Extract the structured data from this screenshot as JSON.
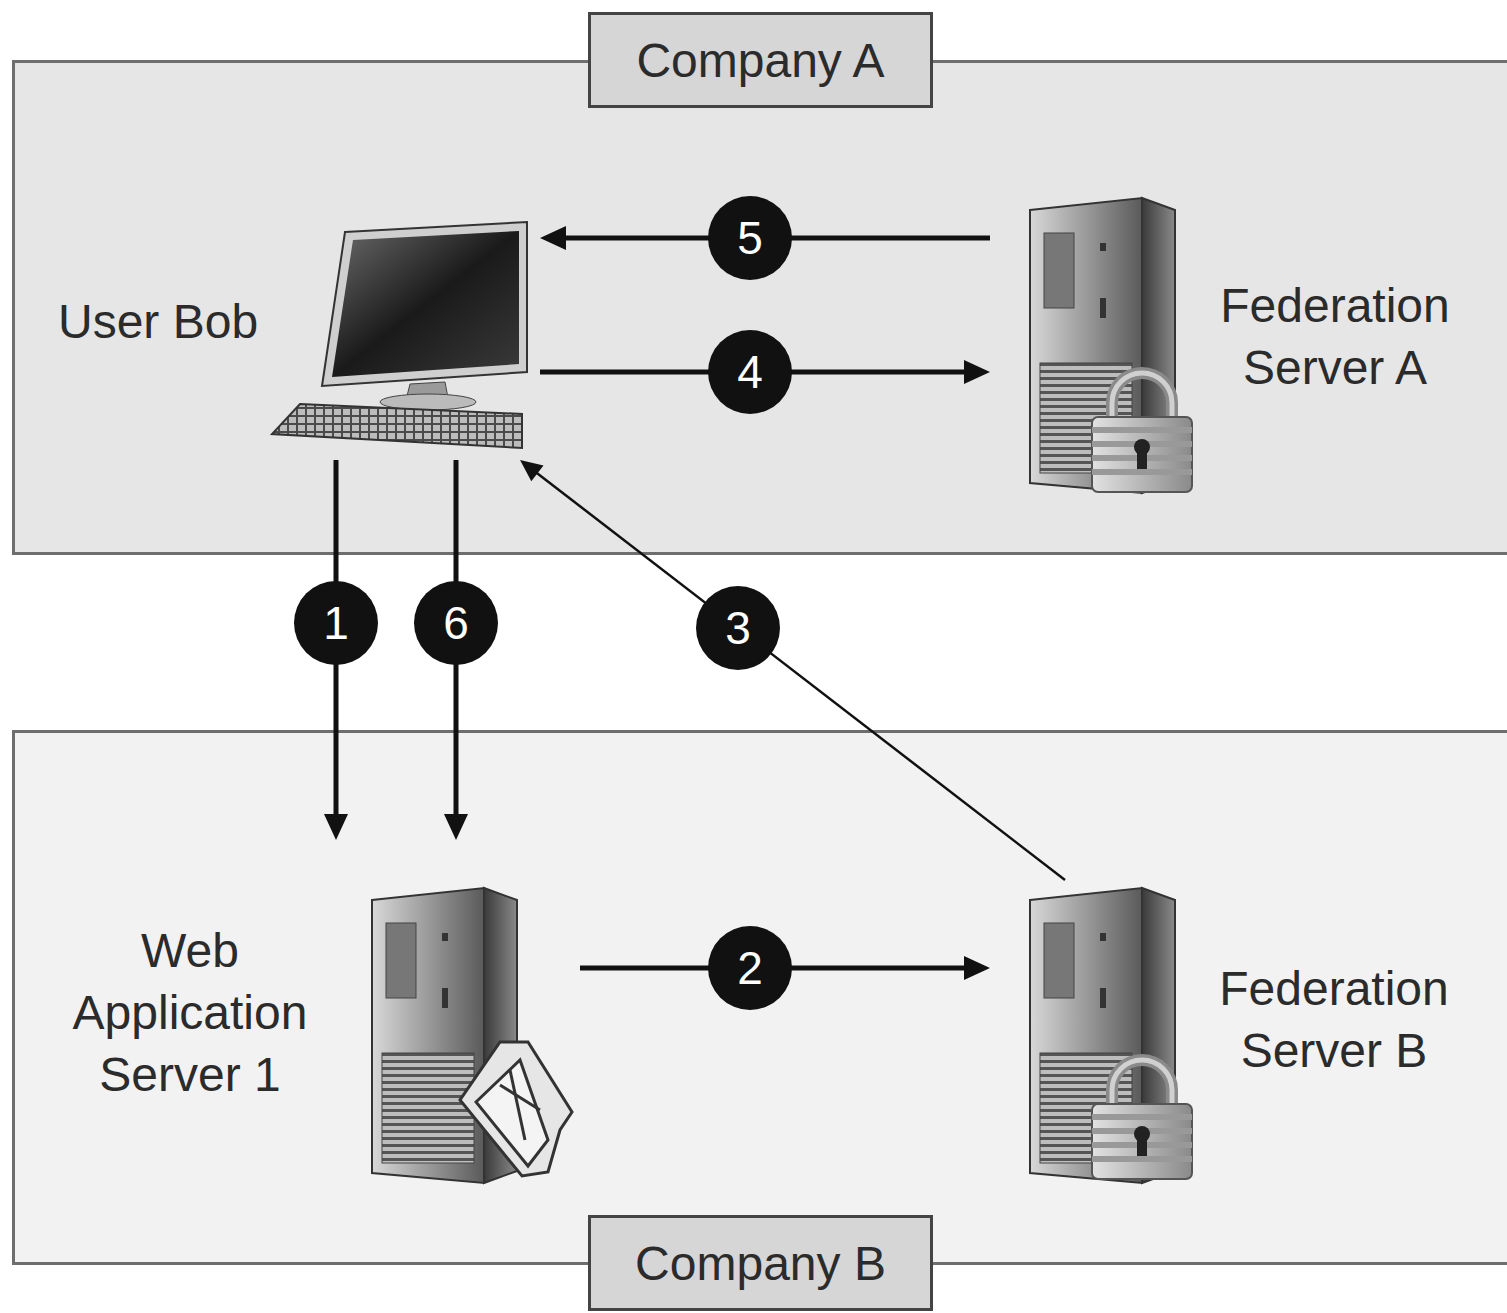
{
  "diagram": {
    "nodes": [
      {
        "text": [
          "Company A"
        ]
      },
      {
        "text": [
          "User Bob"
        ],
        "in": 0
      },
      {
        "text": [
          "Federation Server A"
        ],
        "in": 0
      },
      {
        "text": [
          "Company B"
        ]
      },
      {
        "text": [
          "Web Application Server 1"
        ],
        "in": 3
      },
      {
        "text": [
          "Federation Server B"
        ],
        "in": 3
      }
    ],
    "edges": [
      {
        "from": 1,
        "to": 4,
        "arrow": "to",
        "label": "1"
      },
      {
        "from": 4,
        "to": 5,
        "arrow": "to",
        "label": "2"
      },
      {
        "from": 5,
        "to": 1,
        "arrow": "to",
        "label": "3"
      },
      {
        "from": 1,
        "to": 2,
        "arrow": "to",
        "label": "4"
      },
      {
        "from": 2,
        "to": 1,
        "arrow": "to",
        "label": "5"
      },
      {
        "from": 1,
        "to": 4,
        "arrow": "to",
        "label": "6"
      }
    ]
  }
}
